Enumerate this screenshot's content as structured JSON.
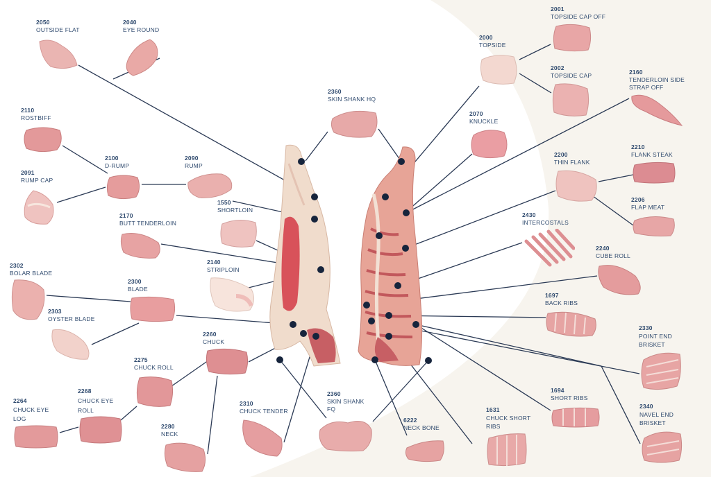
{
  "colors": {
    "line": "#2b3a55",
    "dot": "#16243c",
    "label": "#2f4a6e",
    "meat_light": "#f2c4bf",
    "meat_mid": "#e59a98",
    "meat_dark": "#c9555a",
    "fat": "#f7ece4"
  },
  "cuts": [
    {
      "id": "c2050",
      "code": "2050",
      "name": "OUTSIDE FLAT",
      "icon": "outside-flat-cut"
    },
    {
      "id": "c2040",
      "code": "2040",
      "name": "EYE ROUND",
      "icon": "eye-round-cut"
    },
    {
      "id": "c2110",
      "code": "2110",
      "name": "ROSTBIFF",
      "icon": "rostbiff-cut"
    },
    {
      "id": "c2091",
      "code": "2091",
      "name": "RUMP CAP",
      "icon": "rump-cap-cut"
    },
    {
      "id": "c2100",
      "code": "2100",
      "name": "D-RUMP",
      "icon": "d-rump-cut"
    },
    {
      "id": "c2090",
      "code": "2090",
      "name": "RUMP",
      "icon": "rump-cut"
    },
    {
      "id": "c1550",
      "code": "1550",
      "name": "SHORTLOIN",
      "icon": "shortloin-cut"
    },
    {
      "id": "c2170",
      "code": "2170",
      "name": "BUTT TENDERLOIN",
      "icon": "butt-tenderloin-cut"
    },
    {
      "id": "c2140",
      "code": "2140",
      "name": "STRIPLOIN",
      "icon": "striploin-cut"
    },
    {
      "id": "c2302",
      "code": "2302",
      "name": "BOLAR BLADE",
      "icon": "bolar-blade-cut"
    },
    {
      "id": "c2300",
      "code": "2300",
      "name": "BLADE",
      "icon": "blade-cut"
    },
    {
      "id": "c2303",
      "code": "2303",
      "name": "OYSTER BLADE",
      "icon": "oyster-blade-cut"
    },
    {
      "id": "c2260",
      "code": "2260",
      "name": "CHUCK",
      "icon": "chuck-cut"
    },
    {
      "id": "c2275",
      "code": "2275",
      "name": "CHUCK ROLL",
      "icon": "chuck-roll-cut"
    },
    {
      "id": "c2268",
      "code": "2268",
      "name": "CHUCK EYE",
      "name2": "ROLL",
      "icon": "chuck-eye-roll-cut"
    },
    {
      "id": "c2264",
      "code": "2264",
      "name": "CHUCK EYE",
      "name2": "LOG",
      "icon": "chuck-eye-log-cut"
    },
    {
      "id": "c2280",
      "code": "2280",
      "name": "NECK",
      "icon": "neck-cut"
    },
    {
      "id": "c2310",
      "code": "2310",
      "name": "CHUCK TENDER",
      "icon": "chuck-tender-cut"
    },
    {
      "id": "c2360h",
      "code": "2360",
      "name": "SKIN SHANK HQ",
      "icon": "skin-shank-hq-cut"
    },
    {
      "id": "c2360f",
      "code": "2360",
      "name": "SKIN SHANK",
      "name2": "FQ",
      "icon": "skin-shank-fq-cut"
    },
    {
      "id": "c6222",
      "code": "6222",
      "name": "NECK BONE",
      "icon": "neck-bone-cut"
    },
    {
      "id": "c2000",
      "code": "2000",
      "name": "TOPSIDE",
      "icon": "topside-cut"
    },
    {
      "id": "c2001",
      "code": "2001",
      "name": "TOPSIDE CAP OFF",
      "icon": "topside-cap-off-cut"
    },
    {
      "id": "c2002",
      "code": "2002",
      "name": "TOPSIDE CAP",
      "icon": "topside-cap-cut"
    },
    {
      "id": "c2160",
      "code": "2160",
      "name": "TENDERLOIN SIDE",
      "name2": "STRAP OFF",
      "icon": "tenderloin-side-strap-off-cut"
    },
    {
      "id": "c2070",
      "code": "2070",
      "name": "KNUCKLE",
      "icon": "knuckle-cut"
    },
    {
      "id": "c2200",
      "code": "2200",
      "name": "THIN FLANK",
      "icon": "thin-flank-cut"
    },
    {
      "id": "c2210",
      "code": "2210",
      "name": "FLANK STEAK",
      "icon": "flank-steak-cut"
    },
    {
      "id": "c2206",
      "code": "2206",
      "name": "FLAP MEAT",
      "icon": "flap-meat-cut"
    },
    {
      "id": "c2430",
      "code": "2430",
      "name": "INTERCOSTALS",
      "icon": "intercostals-cut"
    },
    {
      "id": "c2240",
      "code": "2240",
      "name": "CUBE ROLL",
      "icon": "cube-roll-cut"
    },
    {
      "id": "c1697",
      "code": "1697",
      "name": "BACK RIBS",
      "icon": "back-ribs-cut"
    },
    {
      "id": "c2330",
      "code": "2330",
      "name": "POINT END",
      "name2": "BRISKET",
      "icon": "point-end-brisket-cut"
    },
    {
      "id": "c1694",
      "code": "1694",
      "name": "SHORT RIBS",
      "icon": "short-ribs-cut"
    },
    {
      "id": "c1631",
      "code": "1631",
      "name": "CHUCK SHORT",
      "name2": "RIBS",
      "icon": "chuck-short-ribs-cut"
    },
    {
      "id": "c2340",
      "code": "2340",
      "name": "NAVEL END",
      "name2": "BRISKET",
      "icon": "navel-end-brisket-cut"
    }
  ]
}
